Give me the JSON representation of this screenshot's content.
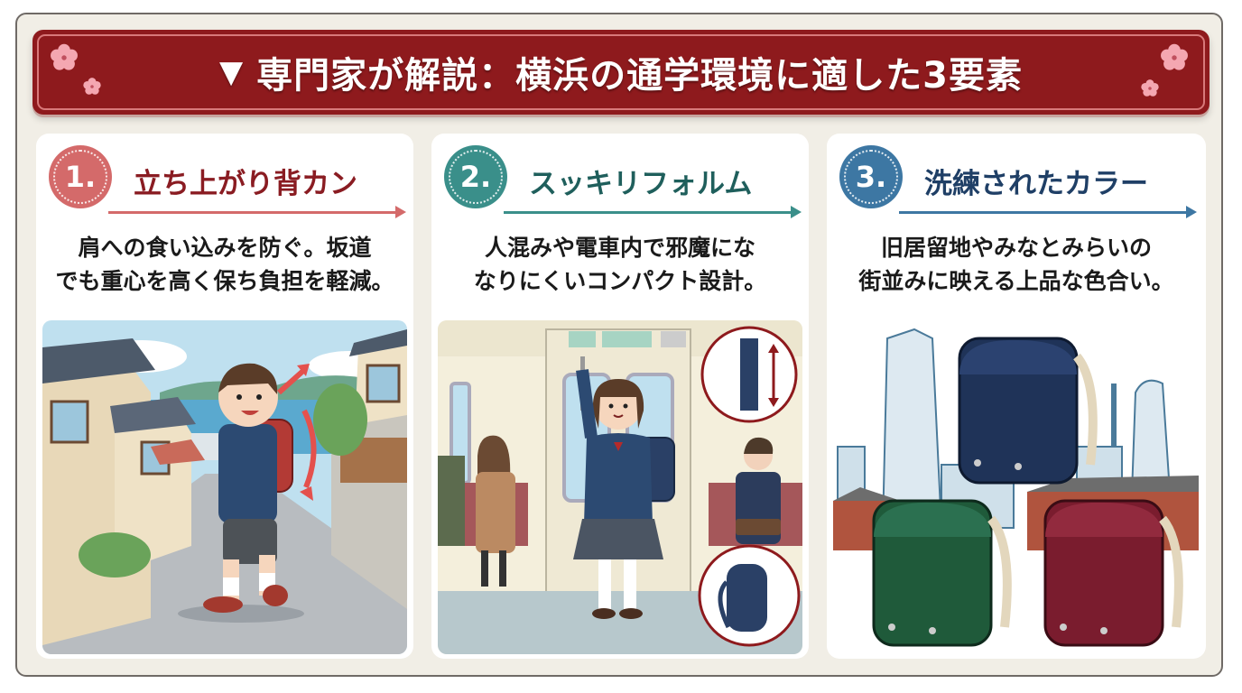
{
  "banner": {
    "marker": "▼",
    "title": "専門家が解説：横浜の通学環境に適した3要素",
    "color": "#8e1a1d",
    "decoration": "sakura-icon"
  },
  "cards": [
    {
      "number": "1.",
      "heading": "立ち上がり背カン",
      "accent": "#d46a6a",
      "heading_color": "#8a1c22",
      "desc_lines": [
        "肩への食い込みを防ぐ。坂道",
        "でも重心を高く保ち負担を軽減。"
      ],
      "illustration": "boy-walking-uphill-with-red-randoseru-near-sea"
    },
    {
      "number": "2.",
      "heading": "スッキリフォルム",
      "accent": "#3a8f8a",
      "heading_color": "#1f5f5c",
      "desc_lines": [
        "人混みや電車内で邪魔にな",
        "なりにくいコンパクト設計。"
      ],
      "illustration": "girl-standing-in-train-with-slim-navy-randoseru"
    },
    {
      "number": "3.",
      "heading": "洗練されたカラー",
      "accent": "#3d77a3",
      "heading_color": "#1f3f66",
      "desc_lines": [
        "旧居留地やみなとみらいの",
        "街並みに映える上品な色合い。"
      ],
      "illustration": "navy-green-burgundy-randoseru-over-yokohama-skyline"
    }
  ],
  "bag_colors": {
    "navy": "#1f3358",
    "green": "#1f5a3a",
    "burgundy": "#7a1c2e"
  }
}
